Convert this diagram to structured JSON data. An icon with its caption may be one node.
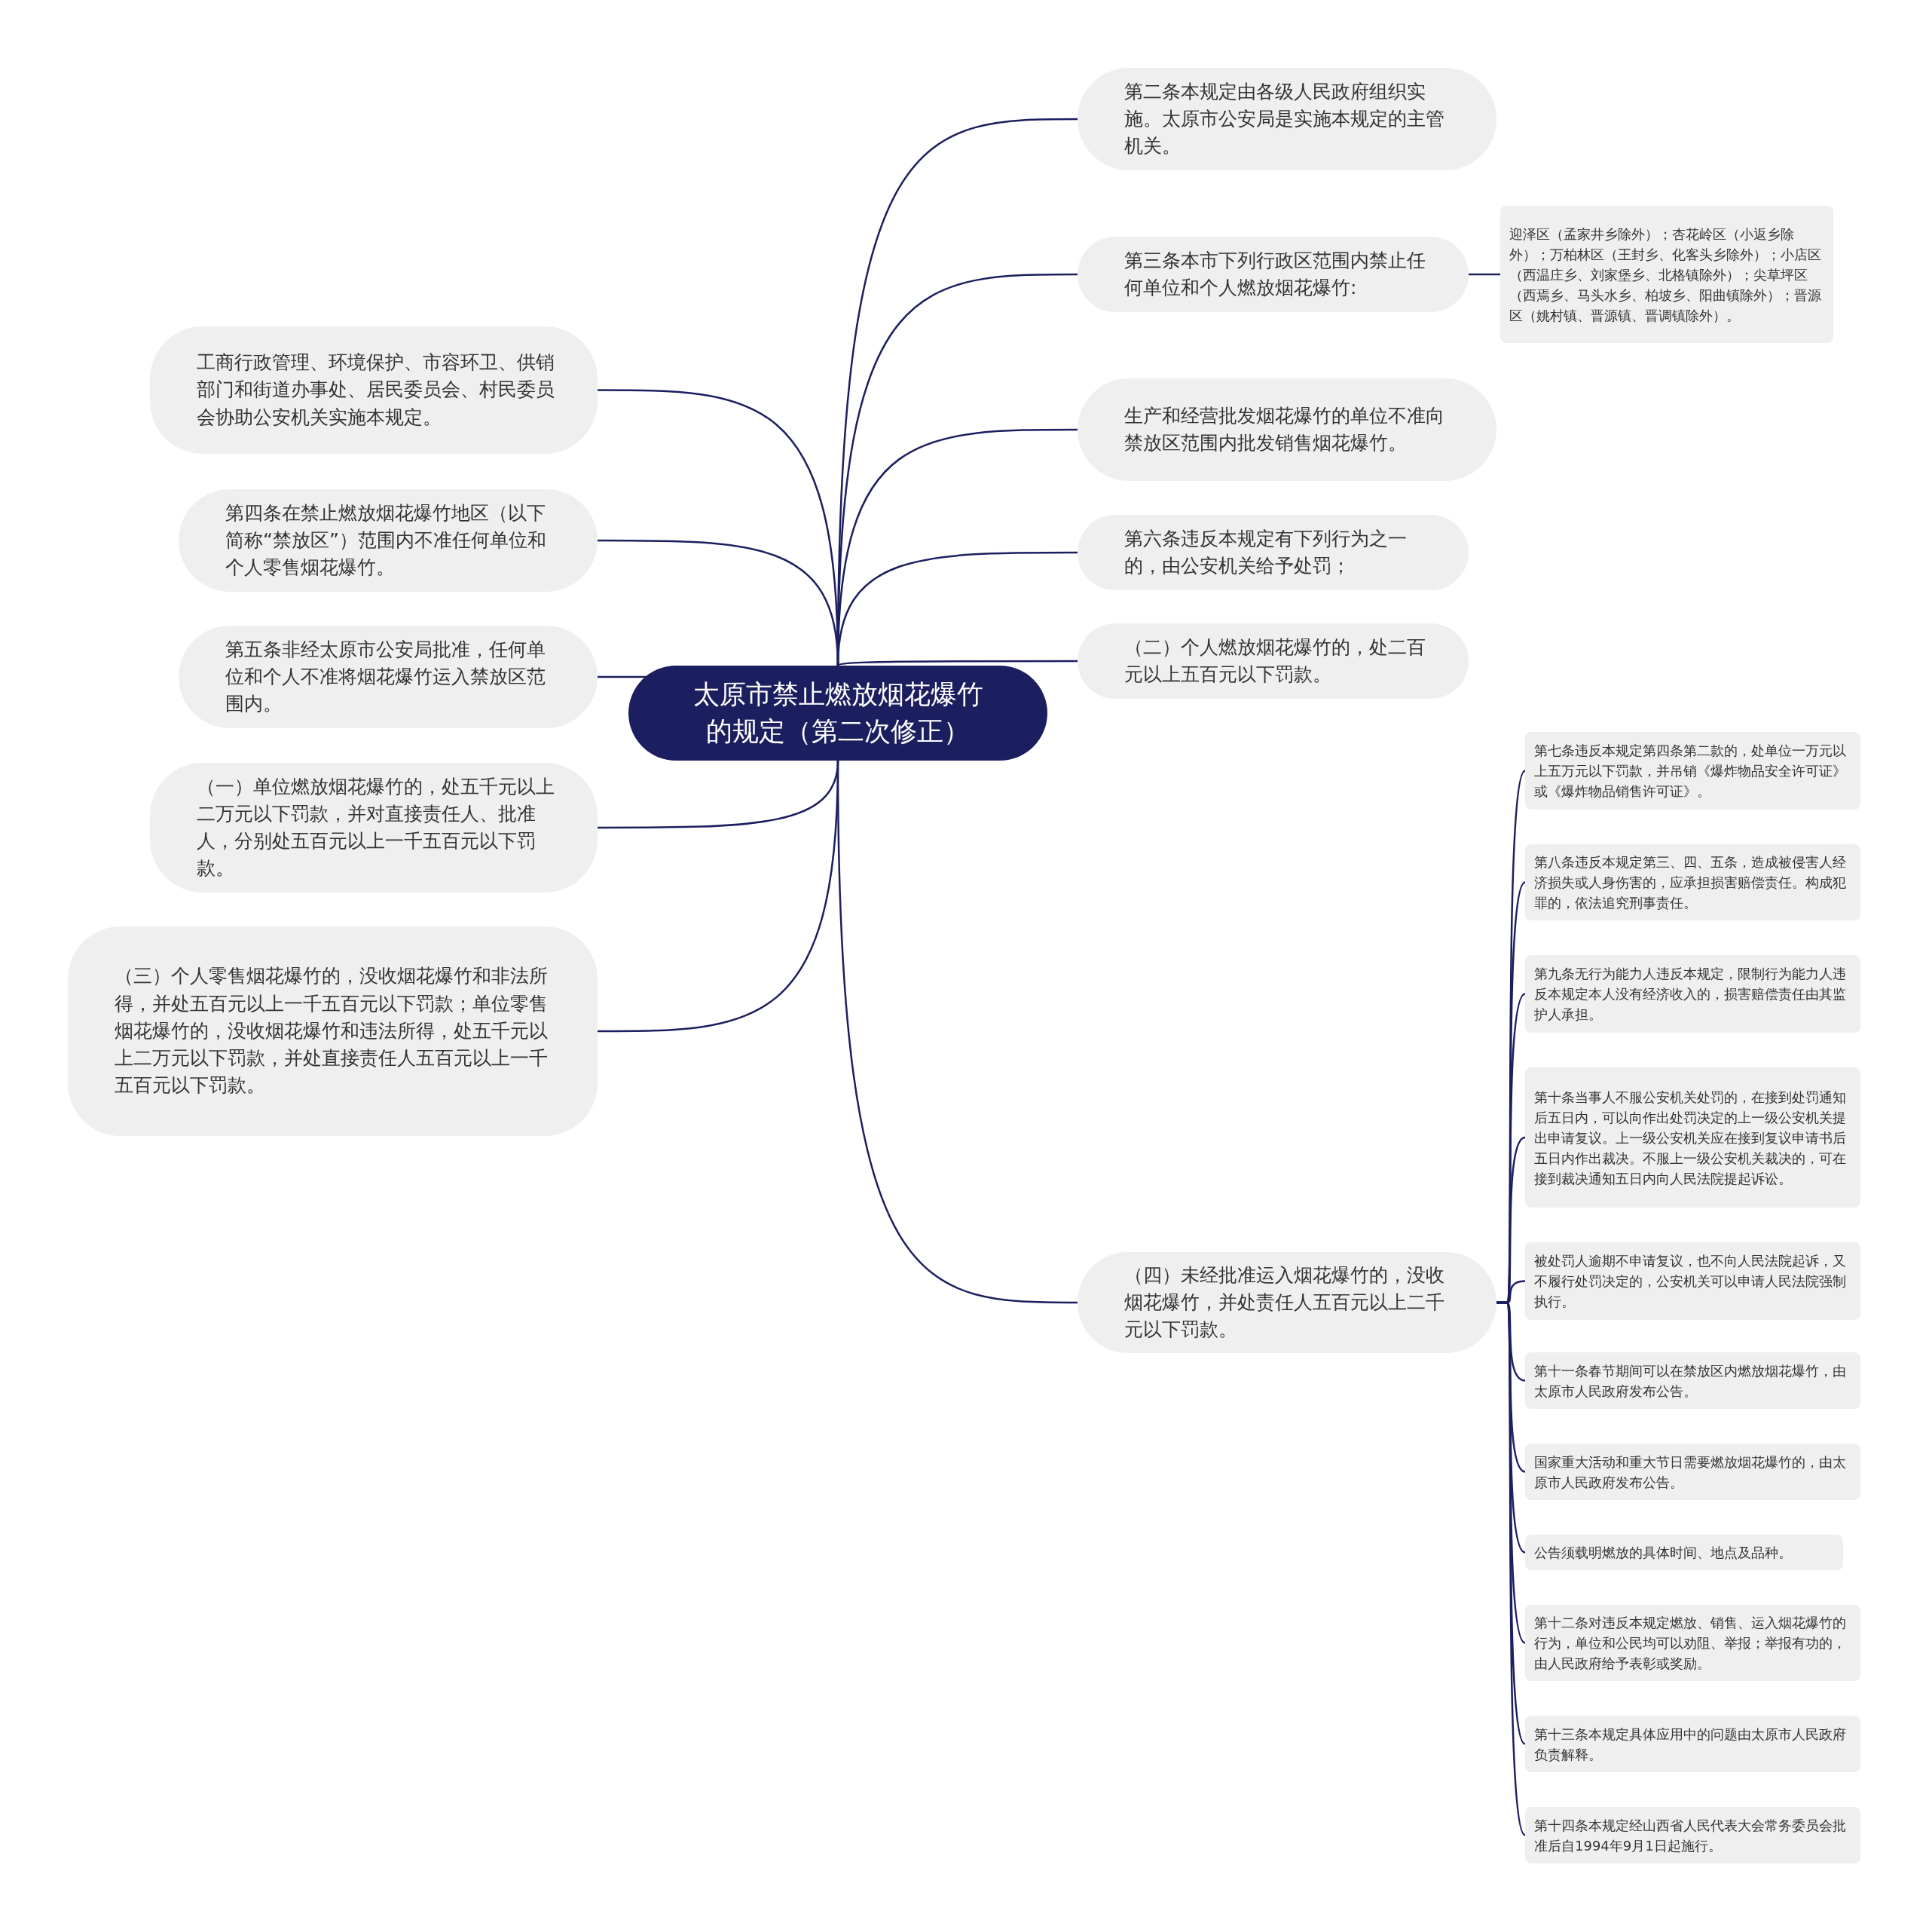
{
  "diagram": {
    "nodes": [
      {
        "text": [
          "太原市禁止燃放烟花爆竹的规定（第二次修正）"
        ]
      },
      {
        "text": [
          "第二条本规定由各级人民政府组织实施。太原市公安局是实施本规定的主管机关。"
        ]
      },
      {
        "text": [
          "第三条本市下列行政区范围内禁止任何单位和个人燃放烟花爆竹:"
        ]
      },
      {
        "text": [
          "迎泽区（孟家井乡除外）；杏花岭区（小返乡除外）；万柏林区（王封乡、化客头乡除外）；小店区（西温庄乡、刘家堡乡、北格镇除外）；尖草坪区（西焉乡、马头水乡、柏坡乡、阳曲镇除外）；晋源区（姚村镇、晋源镇、晋调镇除外）。"
        ]
      },
      {
        "text": [
          "生产和经营批发烟花爆竹的单位不准向禁放区范围内批发销售烟花爆竹。"
        ]
      },
      {
        "text": [
          "第六条违反本规定有下列行为之一的，由公安机关给予处罚；"
        ]
      },
      {
        "text": [
          "（二）个人燃放烟花爆竹的，处二百元以上五百元以下罚款。"
        ]
      },
      {
        "text": [
          "（四）未经批准运入烟花爆竹的，没收烟花爆竹，并处责任人五百元以上二千元以下罚款。"
        ]
      },
      {
        "text": [
          "第七条违反本规定第四条第二款的，处单位一万元以上五万元以下罚款，并吊销《爆炸物品安全许可证》或《爆炸物品销售许可证》。"
        ]
      },
      {
        "text": [
          "第八条违反本规定第三、四、五条，造成被侵害人经济损失或人身伤害的，应承担损害赔偿责任。构成犯罪的，依法追究刑事责任。"
        ]
      },
      {
        "text": [
          "第九条无行为能力人违反本规定，限制行为能力人违反本规定本人没有经济收入的，损害赔偿责任由其监护人承担。"
        ]
      },
      {
        "text": [
          "第十条当事人不服公安机关处罚的，在接到处罚通知后五日内，可以向作出处罚决定的上一级公安机关提出申请复议。上一级公安机关应在接到复议申请书后五日内作出裁决。不服上一级公安机关裁决的，可在接到裁决通知五日内向人民法院提起诉讼。"
        ]
      },
      {
        "text": [
          "被处罚人逾期不申请复议，也不向人民法院起诉，又不履行处罚决定的，公安机关可以申请人民法院强制执行。"
        ]
      },
      {
        "text": [
          "第十一条春节期间可以在禁放区内燃放烟花爆竹，由太原市人民政府发布公告。"
        ]
      },
      {
        "text": [
          "国家重大活动和重大节日需要燃放烟花爆竹的，由太原市人民政府发布公告。"
        ]
      },
      {
        "text": [
          "公告须载明燃放的具体时间、地点及品种。"
        ]
      },
      {
        "text": [
          "第十二条对违反本规定燃放、销售、运入烟花爆竹的行为，单位和公民均可以劝阻、举报；举报有功的，由人民政府给予表彰或奖励。"
        ]
      },
      {
        "text": [
          "第十三条本规定具体应用中的问题由太原市人民政府负责解释。"
        ]
      },
      {
        "text": [
          "第十四条本规定经山西省人民代表大会常务委员会批准后自1994年9月1日起施行。"
        ]
      },
      {
        "text": [
          "工商行政管理、环境保护、市容环卫、供销部门和街道办事处、居民委员会、村民委员会协助公安机关实施本规定。"
        ]
      },
      {
        "text": [
          "第四条在禁止燃放烟花爆竹地区（以下简称“禁放区”）范围内不准任何单位和个人零售烟花爆竹。"
        ]
      },
      {
        "text": [
          "第五条非经太原市公安局批准，任何单位和个人不准将烟花爆竹运入禁放区范围内。"
        ]
      },
      {
        "text": [
          "（一）单位燃放烟花爆竹的，处五千元以上二万元以下罚款，并对直接责任人、批准人，分别处五百元以上一千五百元以下罚款。"
        ]
      },
      {
        "text": [
          "（三）个人零售烟花爆竹的，没收烟花爆竹和非法所得，并处五百元以上一千五百元以下罚款；单位零售烟花爆竹的，没收烟花爆竹和违法所得，处五千元以上二万元以下罚款，并处直接责任人五百元以上一千五百元以下罚款。"
        ]
      }
    ],
    "edges": [
      {
        "from": 0,
        "to": 1,
        "arrow": "none"
      },
      {
        "from": 0,
        "to": 2,
        "arrow": "none"
      },
      {
        "from": 2,
        "to": 3,
        "arrow": "none"
      },
      {
        "from": 0,
        "to": 4,
        "arrow": "none"
      },
      {
        "from": 0,
        "to": 5,
        "arrow": "none"
      },
      {
        "from": 0,
        "to": 6,
        "arrow": "none"
      },
      {
        "from": 0,
        "to": 7,
        "arrow": "none"
      },
      {
        "from": 7,
        "to": 8,
        "arrow": "none"
      },
      {
        "from": 7,
        "to": 9,
        "arrow": "none"
      },
      {
        "from": 7,
        "to": 10,
        "arrow": "none"
      },
      {
        "from": 7,
        "to": 11,
        "arrow": "none"
      },
      {
        "from": 7,
        "to": 12,
        "arrow": "none"
      },
      {
        "from": 7,
        "to": 13,
        "arrow": "none"
      },
      {
        "from": 7,
        "to": 14,
        "arrow": "none"
      },
      {
        "from": 7,
        "to": 15,
        "arrow": "none"
      },
      {
        "from": 7,
        "to": 16,
        "arrow": "none"
      },
      {
        "from": 7,
        "to": 17,
        "arrow": "none"
      },
      {
        "from": 7,
        "to": 18,
        "arrow": "none"
      },
      {
        "from": 0,
        "to": 19,
        "arrow": "none"
      },
      {
        "from": 0,
        "to": 20,
        "arrow": "none"
      },
      {
        "from": 0,
        "to": 21,
        "arrow": "none"
      },
      {
        "from": 0,
        "to": 22,
        "arrow": "none"
      },
      {
        "from": 0,
        "to": 23,
        "arrow": "none"
      }
    ]
  }
}
